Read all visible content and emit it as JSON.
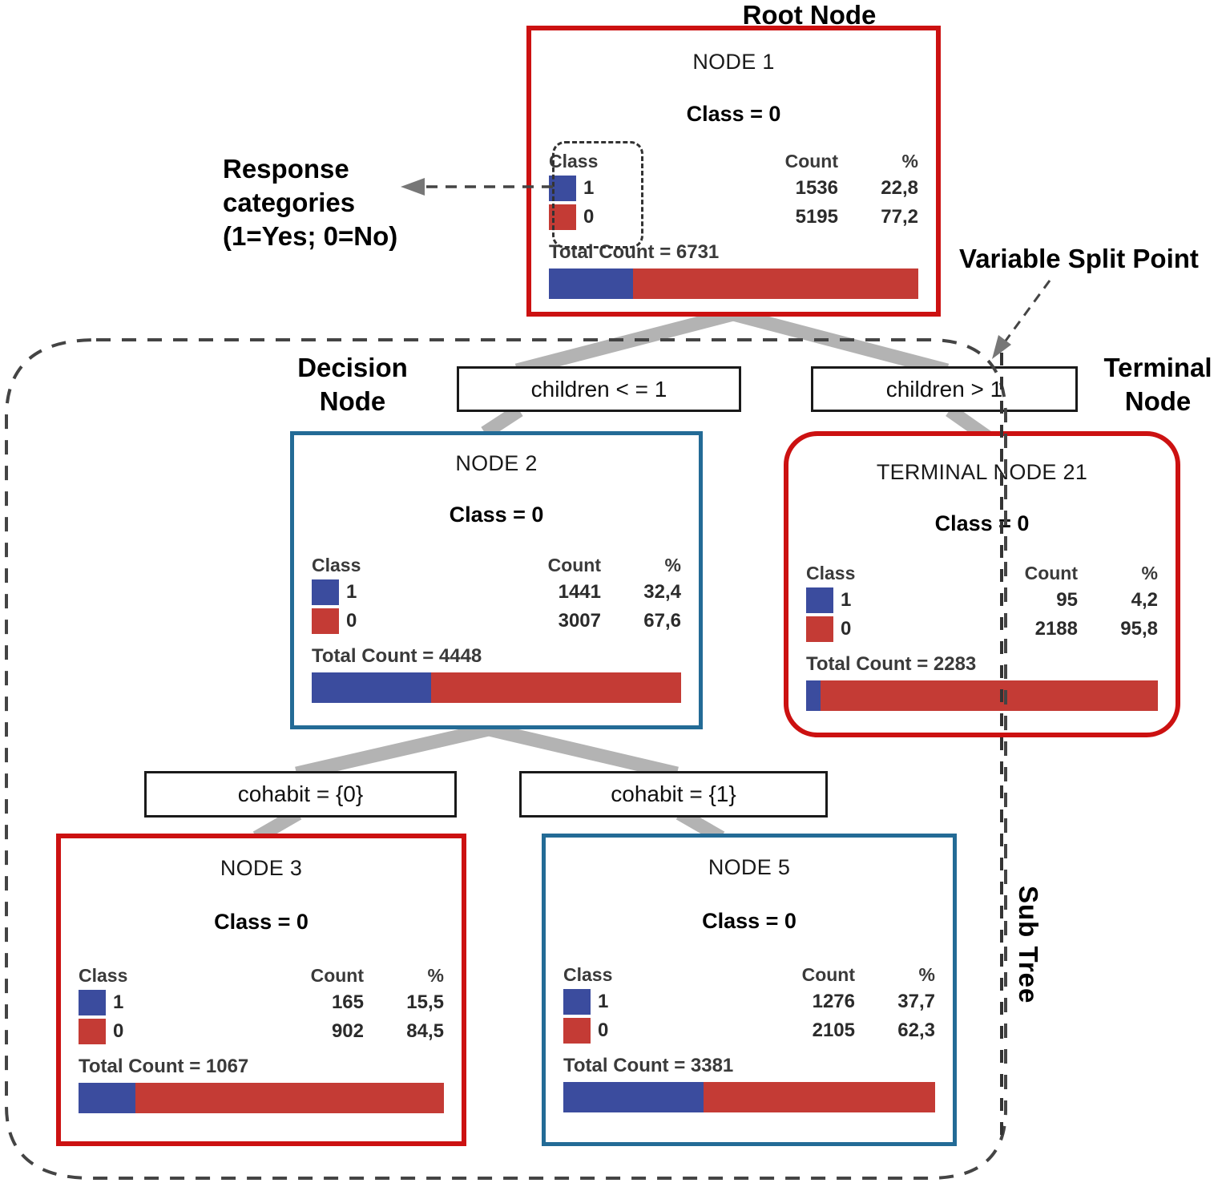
{
  "annotations": {
    "root_node": "Root Node",
    "response_categories": "Response\ncategories\n(1=Yes; 0=No)",
    "response_categories_l1": "Response",
    "response_categories_l2": "categories",
    "response_categories_l3": "(1=Yes; 0=No)",
    "decision_node_l1": "Decision",
    "decision_node_l2": "Node",
    "variable_split_point": "Variable Split Point",
    "terminal_node_l1": "Terminal",
    "terminal_node_l2": "Node",
    "sub_tree": "Sub Tree"
  },
  "table_headers": {
    "class": "Class",
    "count": "Count",
    "percent": "%"
  },
  "splits": [
    {
      "id": "split-children-le-1",
      "label": "children < = 1"
    },
    {
      "id": "split-children-gt-1",
      "label": "children > 1"
    },
    {
      "id": "split-cohabit-0",
      "label": "cohabit = {0}"
    },
    {
      "id": "split-cohabit-1",
      "label": "cohabit = {1}"
    }
  ],
  "colors": {
    "class1_blue": "#3B4C9E",
    "class0_red": "#C43B35",
    "terminal_border": "#CC1111",
    "decision_border": "#236B96",
    "connector_gray": "#B3B3B3",
    "annotation_dash": "#444444"
  },
  "nodes": [
    {
      "id": "node-1",
      "title": "NODE 1",
      "class_label": "Class = 0",
      "rows": [
        {
          "class": "1",
          "count": "1536",
          "pct": "22,8",
          "color": "#3B4C9E"
        },
        {
          "class": "0",
          "count": "5195",
          "pct": "77,2",
          "color": "#C43B35"
        }
      ],
      "total_label": "Total Count = 6731",
      "total": 6731,
      "bar": {
        "blue_pct": 22.8,
        "red_pct": 77.2
      }
    },
    {
      "id": "node-2",
      "title": "NODE 2",
      "class_label": "Class = 0",
      "rows": [
        {
          "class": "1",
          "count": "1441",
          "pct": "32,4",
          "color": "#3B4C9E"
        },
        {
          "class": "0",
          "count": "3007",
          "pct": "67,6",
          "color": "#C43B35"
        }
      ],
      "total_label": "Total Count = 4448",
      "total": 4448,
      "bar": {
        "blue_pct": 32.4,
        "red_pct": 67.6
      }
    },
    {
      "id": "node-21",
      "title": "TERMINAL NODE 21",
      "class_label": "Class = 0",
      "rows": [
        {
          "class": "1",
          "count": "95",
          "pct": "4,2",
          "color": "#3B4C9E"
        },
        {
          "class": "0",
          "count": "2188",
          "pct": "95,8",
          "color": "#C43B35"
        }
      ],
      "total_label": "Total Count = 2283",
      "total": 2283,
      "bar": {
        "blue_pct": 4.2,
        "red_pct": 95.8
      }
    },
    {
      "id": "node-3",
      "title": "NODE 3",
      "class_label": "Class = 0",
      "rows": [
        {
          "class": "1",
          "count": "165",
          "pct": "15,5",
          "color": "#3B4C9E"
        },
        {
          "class": "0",
          "count": "902",
          "pct": "84,5",
          "color": "#C43B35"
        }
      ],
      "total_label": "Total Count = 1067",
      "total": 1067,
      "bar": {
        "blue_pct": 15.5,
        "red_pct": 84.5
      }
    },
    {
      "id": "node-5",
      "title": "NODE 5",
      "class_label": "Class = 0",
      "rows": [
        {
          "class": "1",
          "count": "1276",
          "pct": "37,7",
          "color": "#3B4C9E"
        },
        {
          "class": "0",
          "count": "2105",
          "pct": "62,3",
          "color": "#C43B35"
        }
      ],
      "total_label": "Total Count = 3381",
      "total": 3381,
      "bar": {
        "blue_pct": 37.7,
        "red_pct": 62.3
      }
    }
  ],
  "chart_data": {
    "type": "tree",
    "title": "CART decision tree",
    "root": "NODE 1",
    "split_variables": [
      "children",
      "cohabit"
    ],
    "response_categories": {
      "1": "Yes",
      "0": "No"
    },
    "tree": [
      {
        "node": "NODE 1",
        "parent": null,
        "split": null,
        "total": 6731,
        "class1": 1536,
        "class0": 5195,
        "pct1": 22.8,
        "pct0": 77.2,
        "predicted": "0",
        "kind": "root"
      },
      {
        "node": "NODE 2",
        "parent": "NODE 1",
        "split": "children < = 1",
        "total": 4448,
        "class1": 1441,
        "class0": 3007,
        "pct1": 32.4,
        "pct0": 67.6,
        "predicted": "0",
        "kind": "decision"
      },
      {
        "node": "TERMINAL NODE 21",
        "parent": "NODE 1",
        "split": "children > 1",
        "total": 2283,
        "class1": 95,
        "class0": 2188,
        "pct1": 4.2,
        "pct0": 95.8,
        "predicted": "0",
        "kind": "terminal"
      },
      {
        "node": "NODE 3",
        "parent": "NODE 2",
        "split": "cohabit = {0}",
        "total": 1067,
        "class1": 165,
        "class0": 902,
        "pct1": 15.5,
        "pct0": 84.5,
        "predicted": "0",
        "kind": "terminal"
      },
      {
        "node": "NODE 5",
        "parent": "NODE 2",
        "split": "cohabit = {1}",
        "total": 3381,
        "class1": 1276,
        "class0": 2105,
        "pct1": 37.7,
        "pct0": 62.3,
        "predicted": "0",
        "kind": "decision"
      }
    ]
  }
}
